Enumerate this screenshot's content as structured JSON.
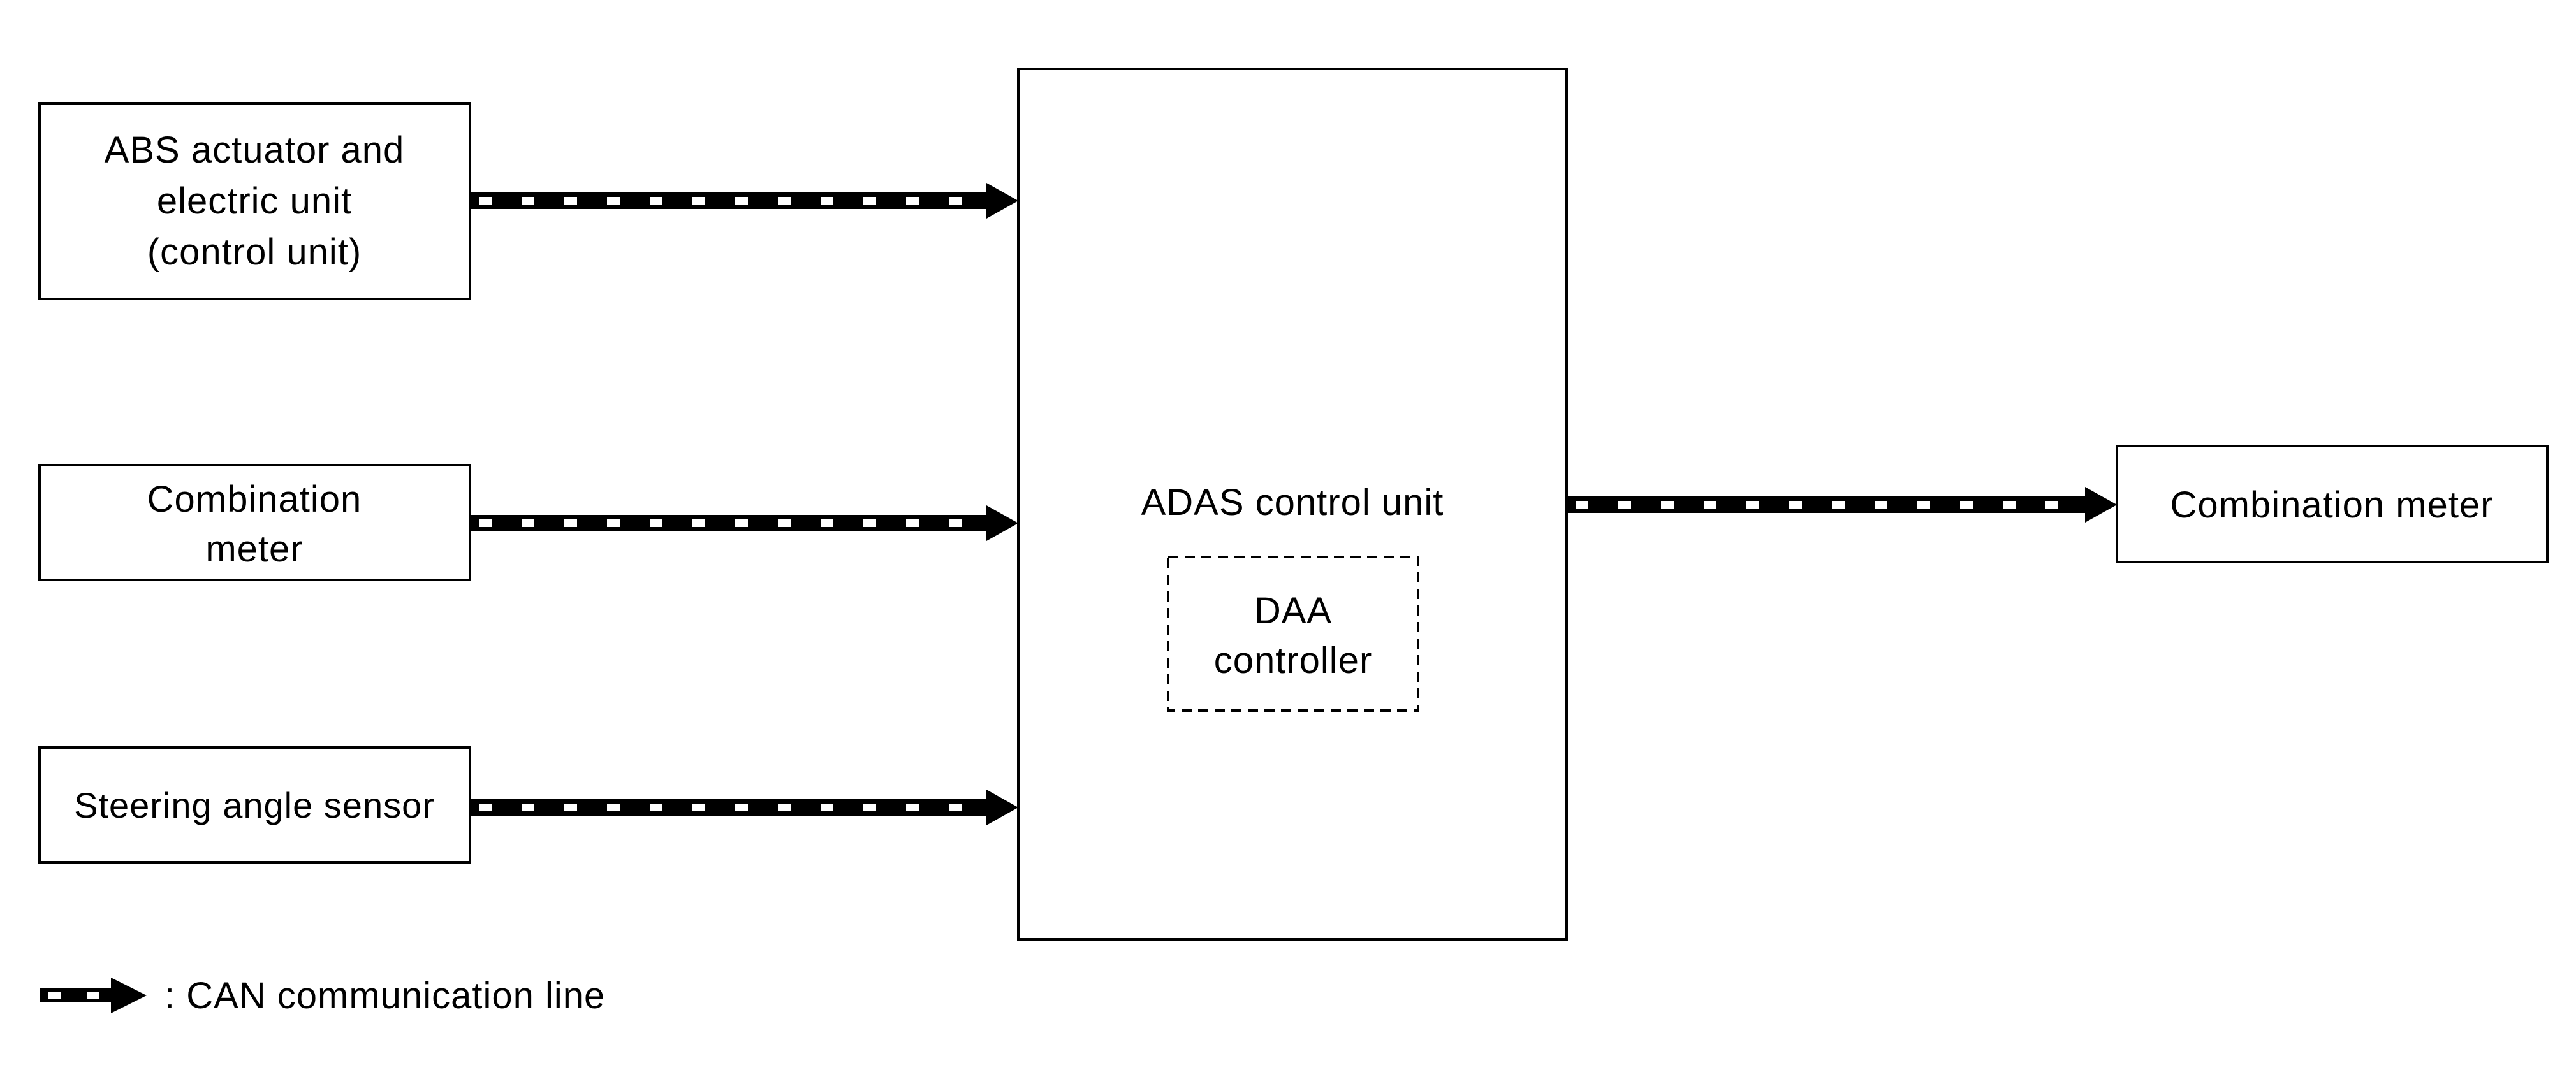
{
  "nodes": {
    "abs": {
      "lines": [
        "ABS actuator and",
        "electric unit",
        "(control unit)"
      ]
    },
    "combo_in": {
      "lines": [
        "Combination",
        "meter"
      ]
    },
    "steering": {
      "lines": [
        "Steering angle sensor"
      ]
    },
    "adas": {
      "label": "ADAS control unit"
    },
    "daa": {
      "lines": [
        "DAA",
        "controller"
      ]
    },
    "combo_out": {
      "lines": [
        "Combination meter"
      ]
    }
  },
  "edges": [
    {
      "from": "abs",
      "to": "adas",
      "type": "CAN"
    },
    {
      "from": "combo_in",
      "to": "adas",
      "type": "CAN"
    },
    {
      "from": "steering",
      "to": "adas",
      "type": "CAN"
    },
    {
      "from": "adas",
      "to": "combo_out",
      "type": "CAN"
    }
  ],
  "legend": {
    "label": ": CAN communication line"
  }
}
